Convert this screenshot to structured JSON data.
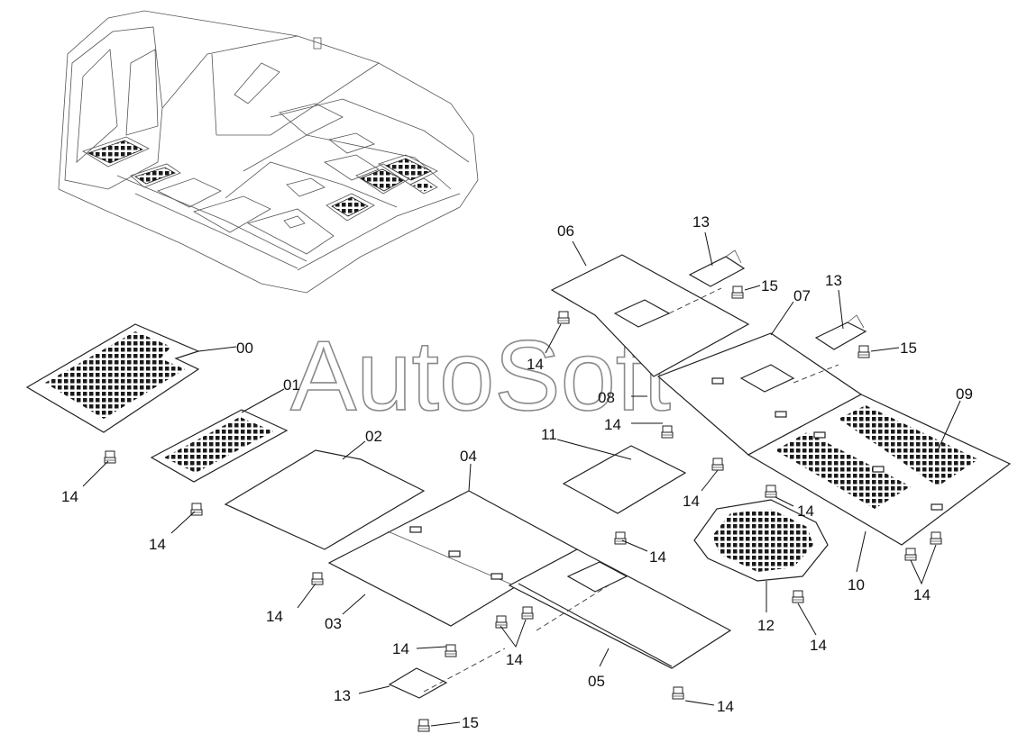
{
  "watermark": "AutoSoft",
  "labels": {
    "l00": "00",
    "l01": "01",
    "l02": "02",
    "l03": "03",
    "l04": "04",
    "l05": "05",
    "l06": "06",
    "l07": "07",
    "l08": "08",
    "l09": "09",
    "l10": "10",
    "l11": "11",
    "l12": "12",
    "l13a": "13",
    "l13b": "13",
    "l13c": "13",
    "l14": "14",
    "l15": "15"
  }
}
